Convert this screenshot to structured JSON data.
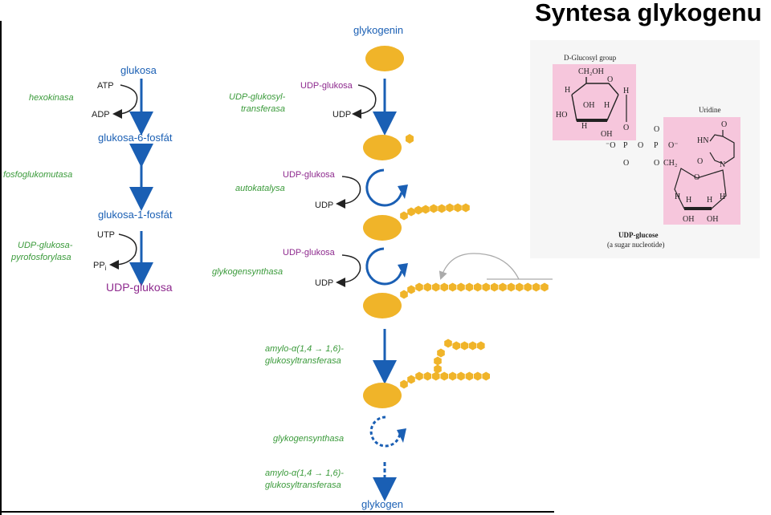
{
  "title": "Syntesa glykogenu",
  "left_pathway": {
    "glucose": "glukosa",
    "atp": "ATP",
    "adp": "ADP",
    "hexokinase": "hexokinasa",
    "g6p": "glukosa-6-fosfát",
    "pgm": "fosfoglukomutasa",
    "g1p": "glukosa-1-fosfát",
    "utp": "UTP",
    "ppi": "PP",
    "ppi_sub": "i",
    "udpgp_1": "UDP-glukosa-",
    "udpgp_2": "pyrofosforylasa",
    "udpg": "UDP-glukosa"
  },
  "middle_pathway": {
    "glycogenin": "glykogenin",
    "udpg_1": "UDP-glukosa",
    "udp_1": "UDP",
    "transferase_1": "UDP-glukosyl-",
    "transferase_2": "transferasa",
    "udpg_2": "UDP-glukosa",
    "autocatalysis": "autokatalysa",
    "udp_2": "UDP",
    "udpg_3": "UDP-glukosa",
    "synthase_1": "glykogensynthasa",
    "udp_3": "UDP",
    "branching_1a": "amylo-α(1,4 → 1,6)-",
    "branching_1b": "glukosyltransferasa",
    "synthase_2": "glykogensynthasa",
    "branching_2a": "amylo-α(1,4 → 1,6)-",
    "branching_2b": "glukosyltransferasa",
    "glycogen": "glykogen"
  },
  "structure": {
    "glucosyl_group": "D-Glucosyl group",
    "uridine": "Uridine",
    "ch2oh": "CH₂OH",
    "h": "H",
    "oh": "OH",
    "ho": "HO",
    "o": "O",
    "p": "P",
    "hn": "HN",
    "n": "N",
    "ch2": "CH₂",
    "o_minus": "O⁻",
    "neg_o": "⁻O",
    "caption_1": "UDP-glucose",
    "caption_2": "(a sugar nucleotide)"
  },
  "colors": {
    "blue": "#1a5fb4",
    "purple": "#8e2a8e",
    "green": "#3a9a3a",
    "gold": "#f0b429",
    "pink": "#f6c6dc"
  }
}
